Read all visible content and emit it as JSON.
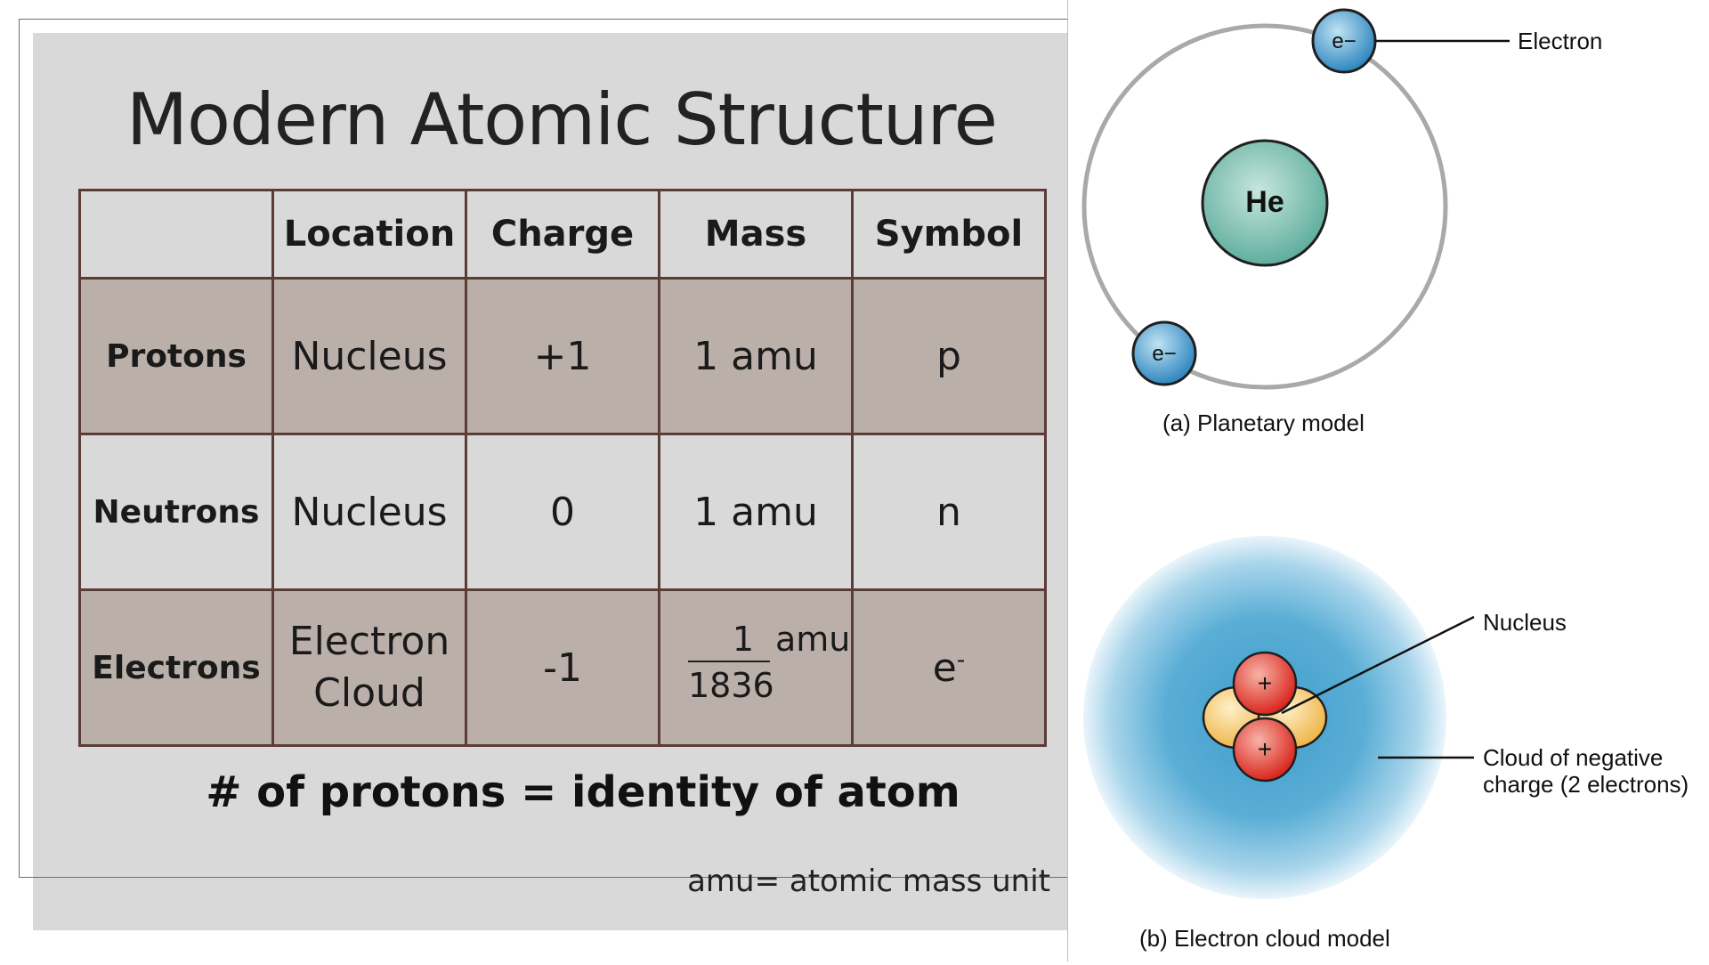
{
  "slide": {
    "title": "Modern Atomic Structure",
    "table": {
      "headers": [
        "",
        "Location",
        "Charge",
        "Mass",
        "Symbol"
      ],
      "rows": [
        {
          "particle": "Protons",
          "location": "Nucleus",
          "charge": "+1",
          "mass": "1 amu",
          "symbol": "p"
        },
        {
          "particle": "Neutrons",
          "location": "Nucleus",
          "charge": "0",
          "mass": "1 amu",
          "symbol": "n"
        },
        {
          "particle": "Electrons",
          "location_line1": "Electron",
          "location_line2": "Cloud",
          "charge": "-1",
          "mass_numerator": "1",
          "mass_denominator": "1836",
          "mass_unit": "amu",
          "symbol": "e",
          "symbol_sup": "-"
        }
      ]
    },
    "identity_note": "# of protons = identity of atom",
    "amu_note": "amu= atomic mass unit"
  },
  "diagram": {
    "planetary": {
      "nucleus_label": "He",
      "electron_label": "e−",
      "callout": "Electron",
      "caption": "(a) Planetary model"
    },
    "cloud": {
      "proton_label": "+",
      "nucleus_callout": "Nucleus",
      "cloud_callout_line1": "Cloud of negative",
      "cloud_callout_line2": "charge (2 electrons)",
      "caption": "(b) Electron cloud model"
    },
    "colors": {
      "nucleus_teal": "#5fae9e",
      "electron_blue": "#3b93c6",
      "cloud_blue": "#4aa3cf",
      "proton_red": "#e23a2e",
      "neutron_yellow": "#f4c05a",
      "orbit_gray": "#a9a9a9"
    }
  }
}
